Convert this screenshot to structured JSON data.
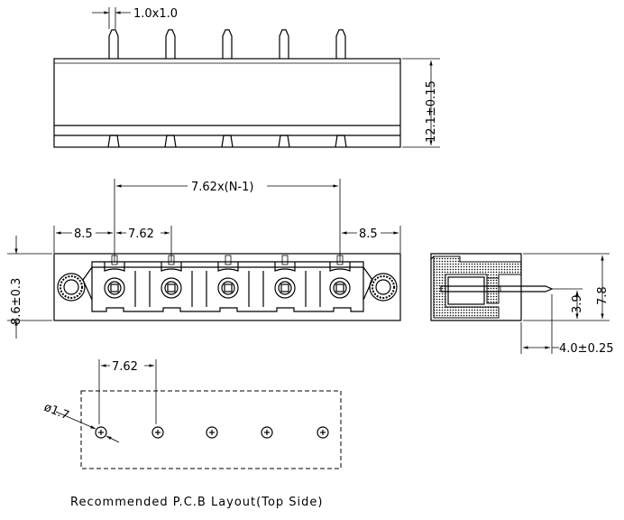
{
  "top_view": {
    "pin_dim": "1.0x1.0",
    "height_dim": "12.1±0.15"
  },
  "front_view": {
    "pitch_total_dim": "7.62x(N-1)",
    "left_margin_dim": "8.5",
    "pitch_dim": "7.62",
    "right_margin_dim": "8.5",
    "height_dim": "8.6±0.3"
  },
  "side_view": {
    "total_height_dim": "7.8",
    "pin_height_dim": "3.9",
    "pin_length_dim": "4.0±0.25"
  },
  "pcb_layout": {
    "pitch_dim": "7.62",
    "hole_dim": "ø1.7",
    "caption": "Recommended P.C.B Layout(Top Side)"
  }
}
